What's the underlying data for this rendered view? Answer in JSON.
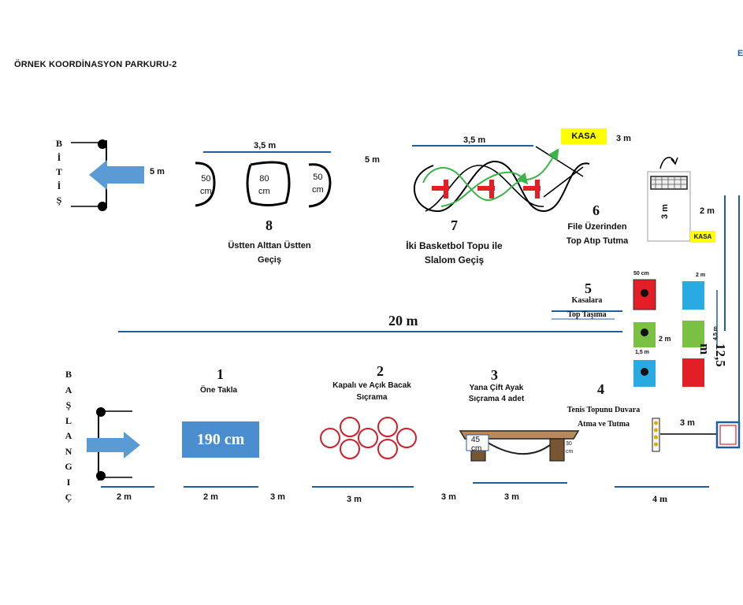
{
  "title": "ÖRNEK KOORDİNASYON PARKURU-2",
  "corner_text": "E",
  "finish_letters": [
    "B",
    "İ",
    "T",
    "İ",
    "Ş"
  ],
  "start_letters": [
    "B",
    "A",
    "Ş",
    "L",
    "A",
    "N",
    "G",
    "I",
    "Ç"
  ],
  "station8": {
    "number": "8",
    "caption_line1": "Üstten Alttan Üstten",
    "caption_line2": "Geçiş",
    "width_label": "3,5 m",
    "hurdles": [
      {
        "value": "50",
        "unit": "cm"
      },
      {
        "value": "80",
        "unit": "cm"
      },
      {
        "value": "50",
        "unit": "cm"
      }
    ]
  },
  "finish_dist": "5 m",
  "gap_8_7": "5 m",
  "station7": {
    "number": "7",
    "caption_line1": "İki Basketbol Topu ile",
    "caption_line2": "Slalom Geçiş",
    "width_label": "3,5 m"
  },
  "station6": {
    "number": "6",
    "caption_line1": "File Üzerinden",
    "caption_line2": "Top Atıp Tutma",
    "kasa_top": "KASA",
    "kasa_bottom": "KASA",
    "dist_top": "3 m",
    "height": "3 m",
    "dist_right": "2 m"
  },
  "station5": {
    "number": "5",
    "caption_line1": "Kasalara",
    "caption_line2": "Top Taşıma",
    "label_50cm": "50 cm",
    "label_2m_top": "2 m",
    "label_2m_mid": "2 m",
    "label_15m": "1,5 m",
    "label_45m": "4,5 m"
  },
  "total_length": "20 m",
  "total_width": "12,5 m",
  "station1": {
    "number": "1",
    "caption": "Öne Takla",
    "mat_label": "190 cm",
    "dist": "2 m"
  },
  "start_dist": "2 m",
  "gap_1_2": "3 m",
  "station2": {
    "number": "2",
    "caption_line1": "Kapalı ve Açık Bacak",
    "caption_line2": "Sıçrama",
    "dist": "3 m"
  },
  "gap_2_3": "3 m",
  "station3": {
    "number": "3",
    "caption_line1": "Yana Çift Ayak",
    "caption_line2": "Sıçrama 4 adet",
    "dist": "3 m",
    "bench_height_value": "45",
    "bench_height_unit": "cm",
    "bench_width_value": "30",
    "bench_width_unit": "cm"
  },
  "station4": {
    "number": "4",
    "caption_line1": "Tenis Topunu Duvara",
    "caption_line2": "Atma ve Tutma",
    "dist": "4 m",
    "wall_dist": "3 m"
  },
  "colors": {
    "line_blue": "#1f5f9f",
    "arrow_blue": "#5b9bd5",
    "mat_blue": "#4a8ed0",
    "kasa_yellow": "#ffff00",
    "cone_red": "#e31e24",
    "green_arrow": "#3cb44b",
    "hoop_red": "#d21e2b",
    "box_red": "#e41e26",
    "box_green": "#7ac143",
    "box_blue": "#29abe2"
  }
}
